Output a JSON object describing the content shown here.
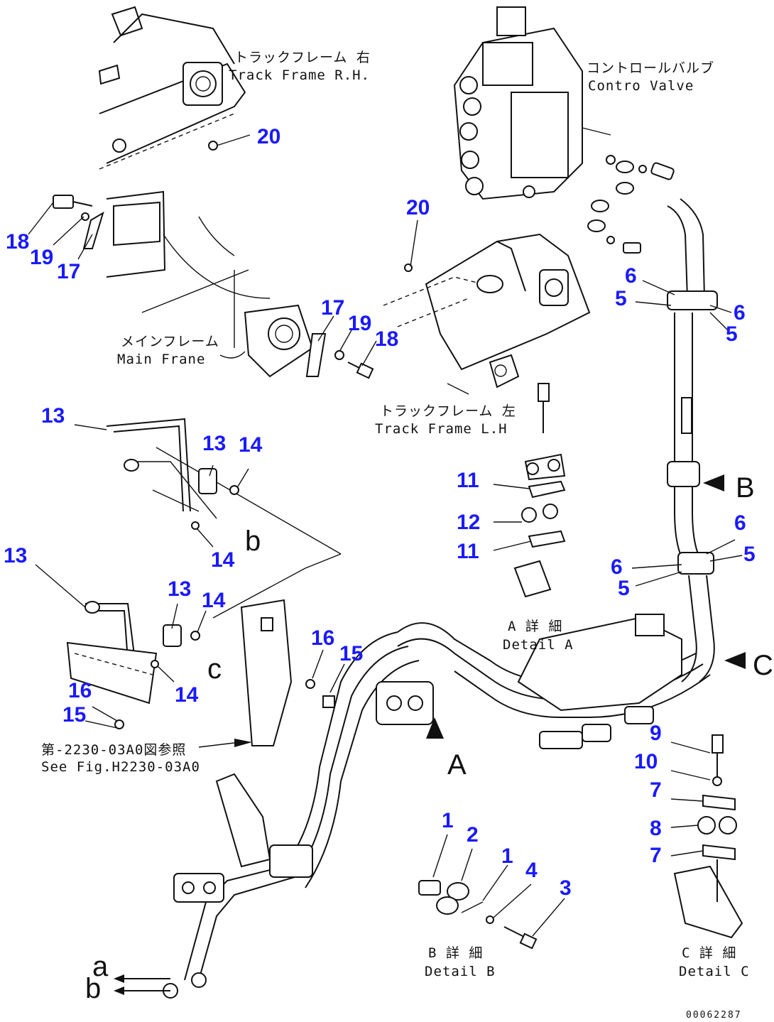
{
  "callouts": {
    "n1a": "1",
    "n1b": "1",
    "n2": "2",
    "n3": "3",
    "n4": "4",
    "n5a": "5",
    "n5b": "5",
    "n5c": "5",
    "n5d": "5",
    "n6a": "6",
    "n6b": "6",
    "n6c": "6",
    "n6d": "6",
    "n7a": "7",
    "n7b": "7",
    "n8": "8",
    "n9": "9",
    "n10": "10",
    "n11a": "11",
    "n11b": "11",
    "n12": "12",
    "n13a": "13",
    "n13b": "13",
    "n13c": "13",
    "n13d": "13",
    "n14a": "14",
    "n14b": "14",
    "n14c": "14",
    "n14d": "14",
    "n15a": "15",
    "n15b": "15",
    "n16a": "16",
    "n16b": "16",
    "n17a": "17",
    "n17b": "17",
    "n18a": "18",
    "n18b": "18",
    "n19a": "19",
    "n19b": "19",
    "n20a": "20",
    "n20b": "20"
  },
  "labels": {
    "track_frame_rh_jp": "トラックフレーム 右",
    "track_frame_rh_en": "Track Frame R.H.",
    "control_valve_jp": "コントロールバルブ",
    "control_valve_en": "Contro Valve",
    "main_frame_jp": "メインフレーム",
    "main_frame_en": "Main Frane",
    "track_frame_lh_jp": "トラックフレーム 左",
    "track_frame_lh_en": "Track Frame L.H",
    "detail_a_jp": "A 詳 細",
    "detail_a_en": "Detail A",
    "detail_b_jp": "B 詳 細",
    "detail_b_en": "Detail B",
    "detail_c_jp": "C 詳 細",
    "detail_c_en": "Detail C",
    "see_fig_jp": "第-2230-03A0図参照",
    "see_fig_en": "See Fig.H2230-03A0",
    "view_a": "A",
    "view_b": "B",
    "view_c": "C",
    "conn_a": "a",
    "conn_b": "b",
    "conn_b2": "b",
    "conn_c": "c",
    "drawing_no": "00062287"
  },
  "colors": {
    "callout": "#1a1aff",
    "line": "#111111"
  }
}
